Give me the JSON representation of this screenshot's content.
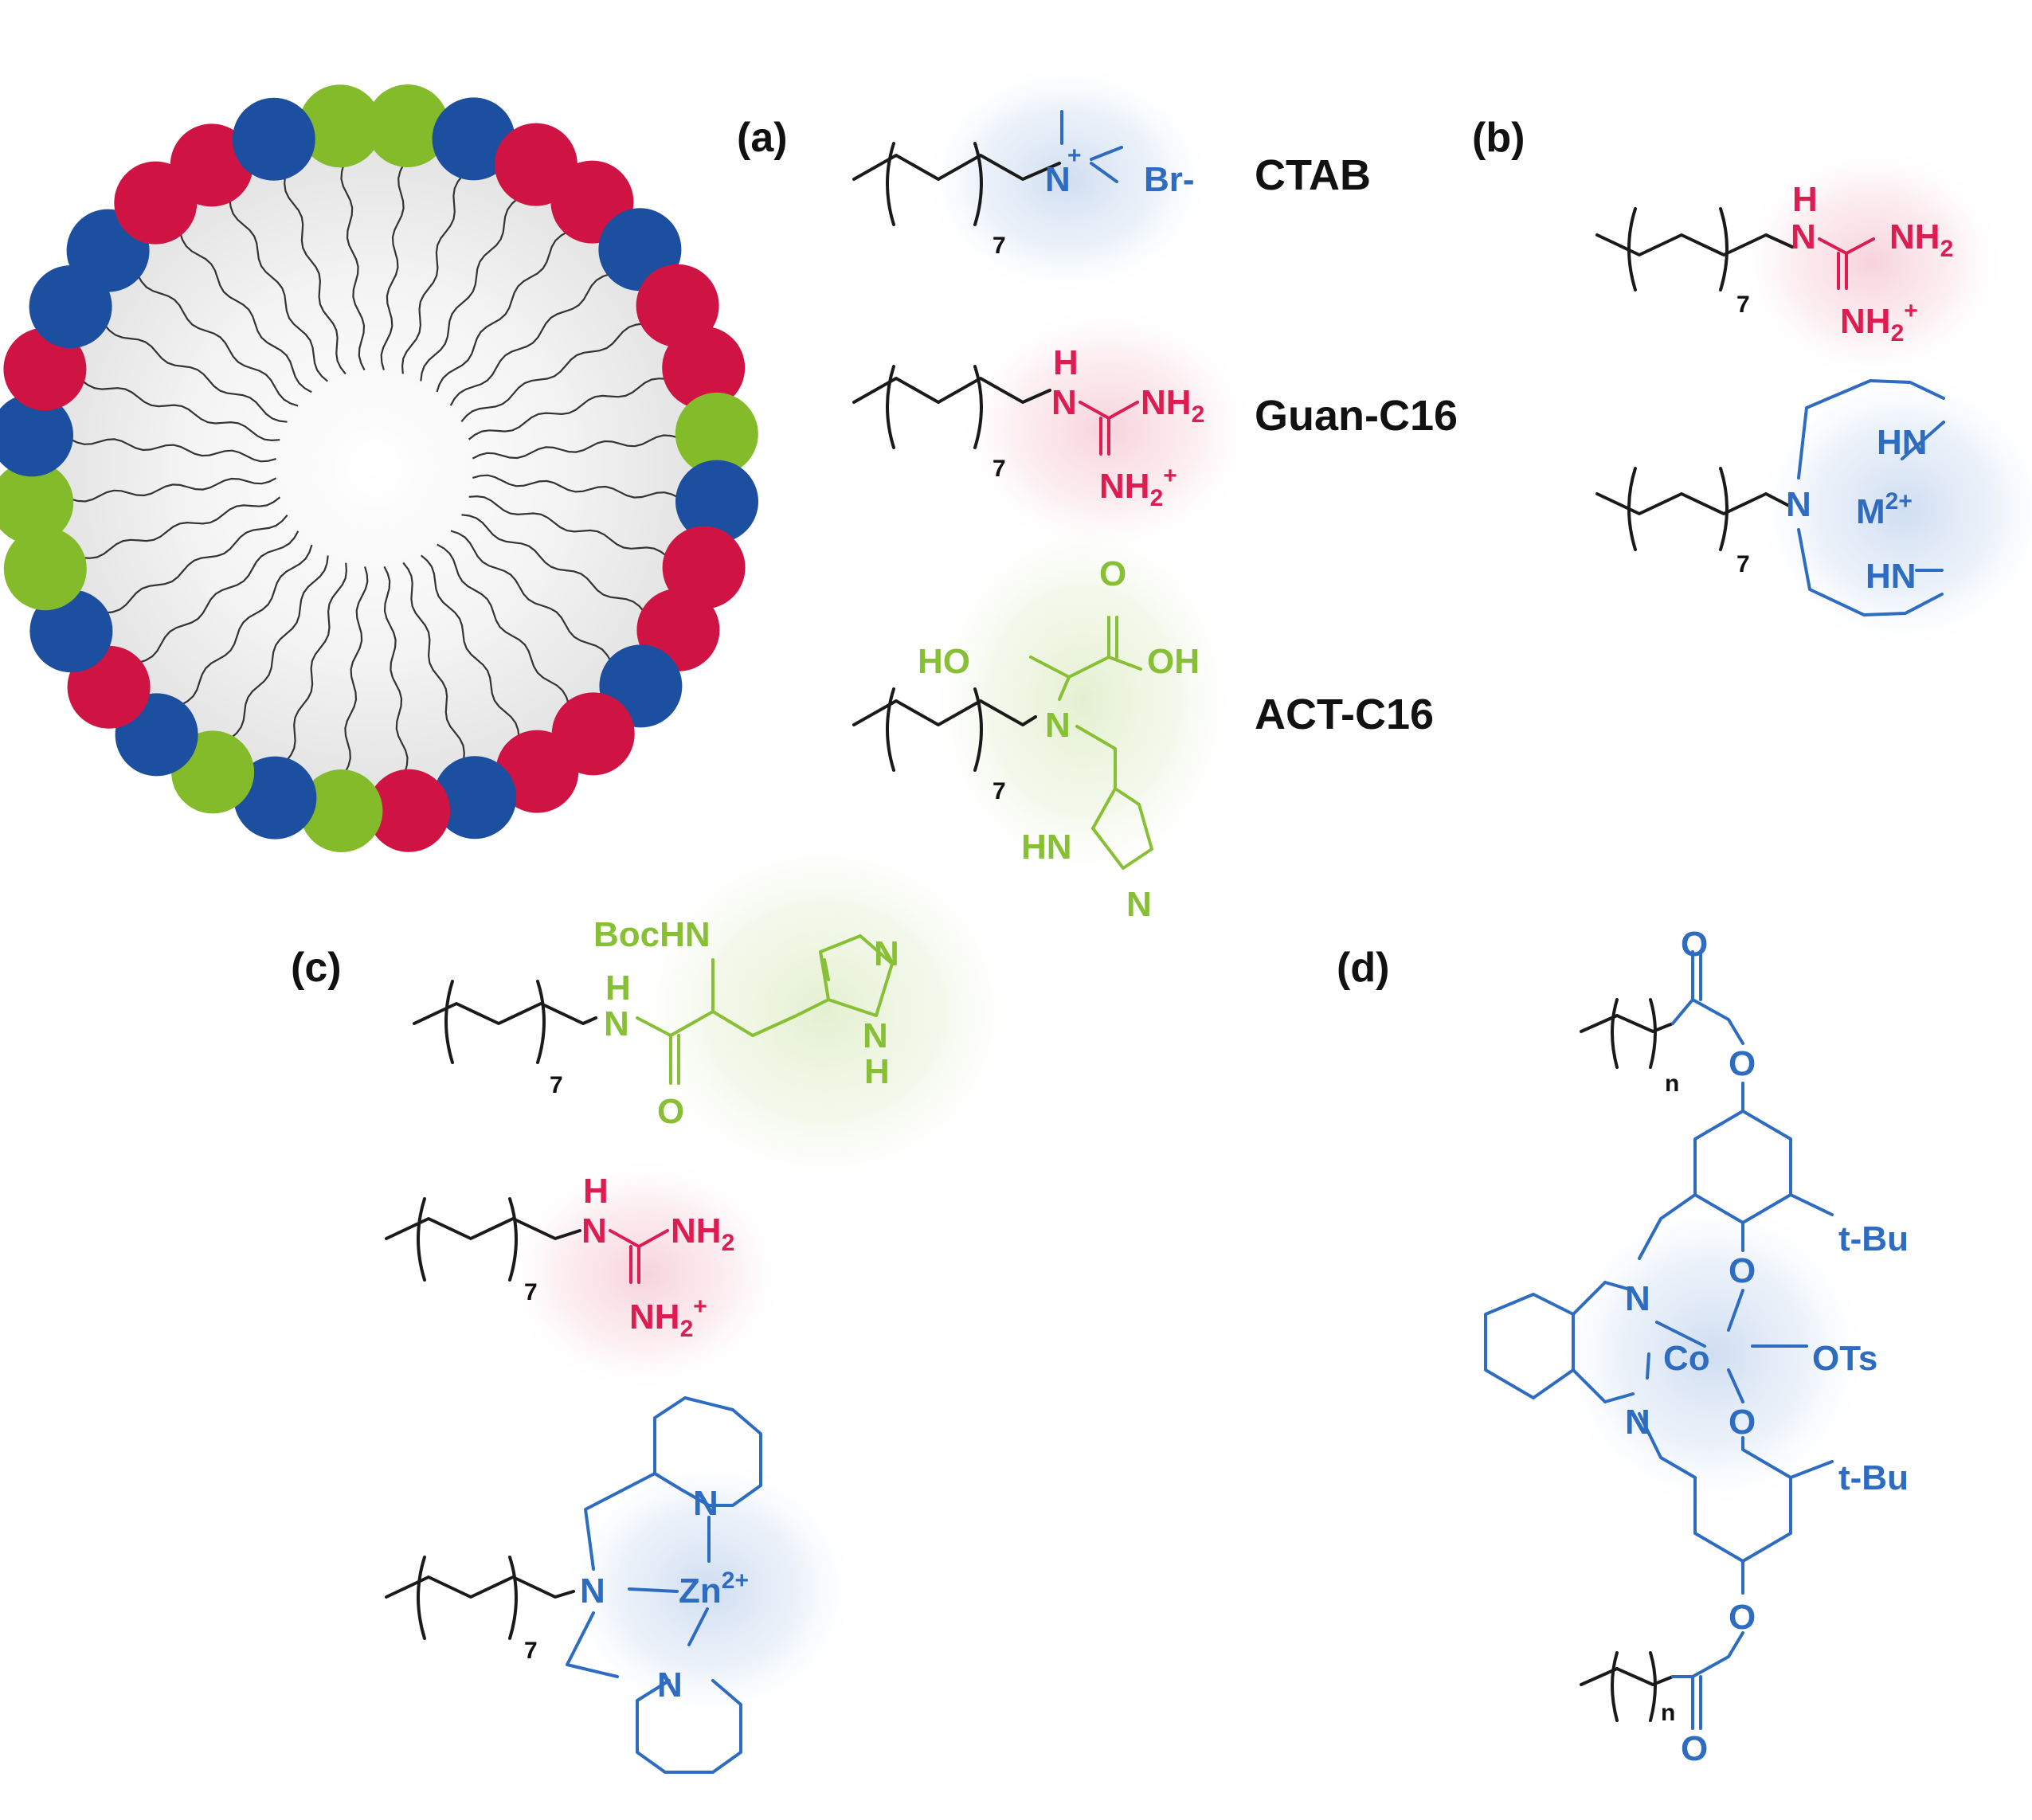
{
  "colors": {
    "blue": "#1c4fa0",
    "red": "#cf1443",
    "green": "#84bb2b",
    "chem_blue": "#2d6cc0",
    "chem_red": "#dc1d52",
    "chem_green": "#87c035",
    "tail": "#333333"
  },
  "micelle": {
    "headgroup_colors": [
      "green",
      "green",
      "blue",
      "red",
      "red",
      "blue",
      "red",
      "red",
      "green",
      "blue",
      "red",
      "red",
      "blue",
      "red",
      "red",
      "blue",
      "red",
      "green",
      "blue",
      "green",
      "blue",
      "red",
      "blue",
      "green",
      "green",
      "blue",
      "red",
      "blue",
      "blue",
      "red",
      "red",
      "blue"
    ]
  },
  "panels": {
    "a": {
      "label": "(a)",
      "ctab": {
        "name": "CTAB",
        "counterion": "Br-",
        "n": "N",
        "plus": "+",
        "repeat": "7"
      },
      "guan": {
        "name": "Guan-C16",
        "nh_h": "H",
        "nh_n": "N",
        "nh2": "NH",
        "nh2_sub": "2",
        "nh2p": "NH",
        "nh2p_sub": "2",
        "plus": "+",
        "repeat": "7"
      },
      "act": {
        "name": "ACT-C16",
        "o": "O",
        "ho": "HO",
        "oh": "OH",
        "n": "N",
        "hn": "HN",
        "n2": "N",
        "repeat": "7"
      }
    },
    "b": {
      "label": "(b)",
      "guan": {
        "nh_h": "H",
        "nh_n": "N",
        "nh2": "NH",
        "nh2_sub": "2",
        "nh2p": "NH",
        "nh2p_sub": "2",
        "plus": "+",
        "repeat": "7"
      },
      "tacn": {
        "n": "N",
        "hn1": "HN",
        "hn2": "HN",
        "metal": "M",
        "charge": "2+",
        "repeat": "7"
      }
    },
    "c": {
      "label": "(c)",
      "his": {
        "bochn": "BocHN",
        "nh_h": "H",
        "nh_n": "N",
        "o": "O",
        "n_ring": "N",
        "nh_ring_n": "N",
        "nh_ring_h": "H",
        "repeat": "7"
      },
      "guan": {
        "nh_h": "H",
        "nh_n": "N",
        "nh2": "NH",
        "nh2_sub": "2",
        "nh2p": "NH",
        "nh2p_sub": "2",
        "plus": "+",
        "repeat": "7"
      },
      "zn": {
        "n": "N",
        "n_py1": "N",
        "n_py2": "N",
        "metal": "Zn",
        "charge": "2+",
        "repeat": "7"
      }
    },
    "d": {
      "label": "(d)",
      "o_top": "O",
      "o_ester_top": "O",
      "n_top": "n",
      "tbu1": "t-Bu",
      "tbu2": "t-Bu",
      "n1": "N",
      "n2": "N",
      "o1": "O",
      "o2": "O",
      "co": "Co",
      "ots": "OTs",
      "o_ester_bot": "O",
      "o_bot": "O",
      "n_bot": "n"
    }
  }
}
